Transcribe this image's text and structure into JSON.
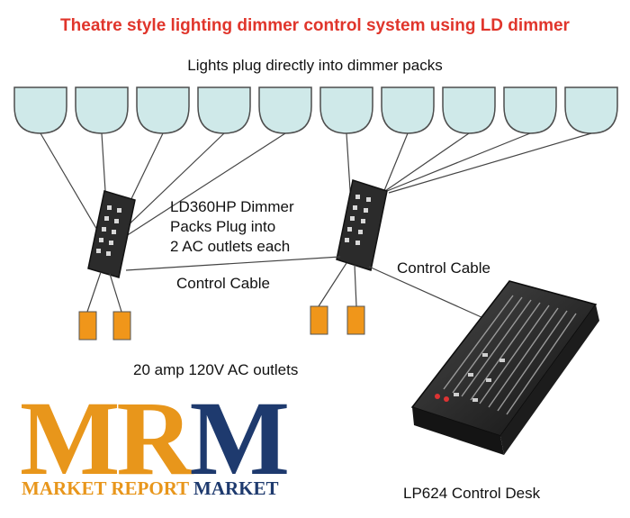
{
  "title": "Theatre style lighting dimmer control system using LD dimmer",
  "subtitle": "Lights plug directly into dimmer packs",
  "pack_label": [
    "LD360HP Dimmer",
    "Packs Plug into",
    "2 AC outlets each"
  ],
  "control_cable_1": "Control Cable",
  "control_cable_2": "Control Cable",
  "outlets_label": "20 amp 120V AC outlets",
  "desk_label": "LP624 Control Desk",
  "logo": {
    "letters": [
      "M",
      "R",
      "M"
    ],
    "words": [
      "MARKET",
      "REPORT",
      "MARKET"
    ],
    "colors": {
      "orange": "#e8961b",
      "navy": "#1e3a6e"
    }
  },
  "colors": {
    "title": "#e0352b",
    "light_fill": "#cfe9e9",
    "outlet_fill": "#f0961a",
    "pack_body": "#2b2b2b",
    "desk_body": "#1c1c1c"
  }
}
